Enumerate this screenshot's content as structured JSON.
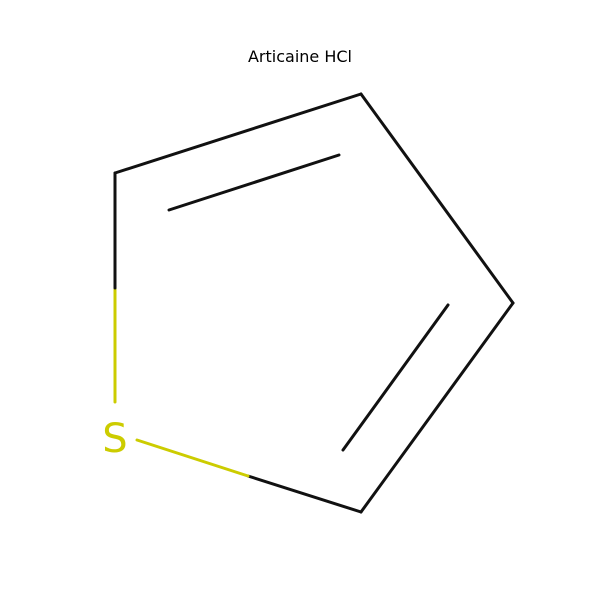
{
  "title": "Articaine HCl",
  "molecule": {
    "atoms": [
      {
        "id": "S1",
        "symbol": "S",
        "color": "#cccc00"
      }
    ]
  },
  "colors": {
    "bond": "#000000",
    "sulfur": "#cccc00",
    "background": "#ffffff"
  }
}
